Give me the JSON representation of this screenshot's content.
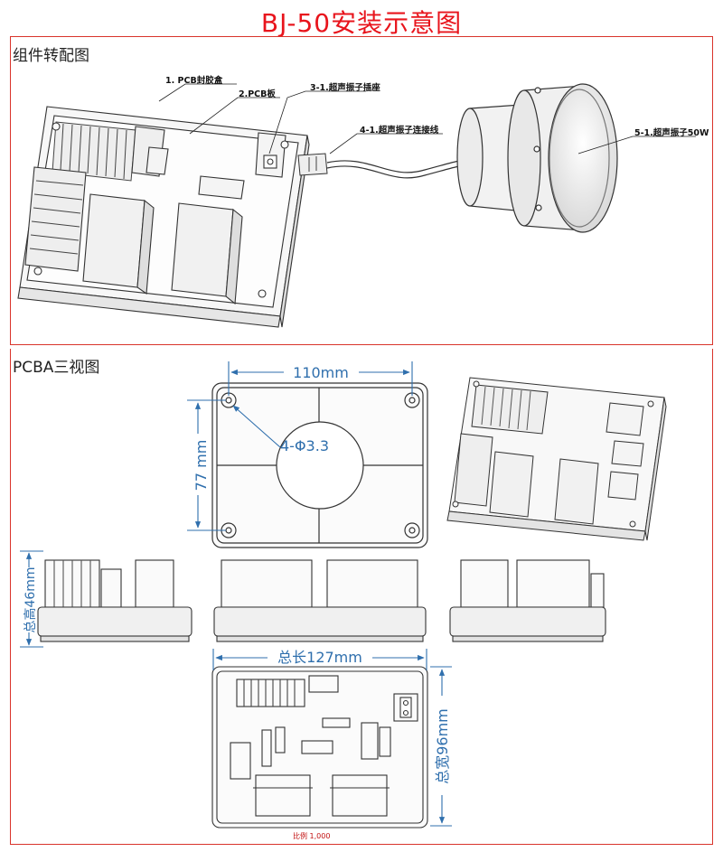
{
  "title": "BJ-50安装示意图",
  "sections": {
    "assembly": "组件转配图",
    "three_view": "PCBA三视图"
  },
  "callouts": {
    "pcb_box": "1. PCB封胶盒",
    "pcb_board": "2.PCB板",
    "transducer_socket": "3-1.超声振子插座",
    "transducer_cable": "4-1.超声振子连接线",
    "transducer": "5-1.超声振子50W"
  },
  "dimensions": {
    "width_110": "110mm",
    "height_77": "77 mm",
    "holes": "4-Φ3.3",
    "total_height": "总高46mm",
    "total_length": "总长127mm",
    "total_width": "总宽96mm"
  },
  "scale_note": "比例 1,000",
  "colors": {
    "title": "#e8141c",
    "frame": "#d9342b",
    "dimension": "#2f6fad",
    "line": "#333333"
  }
}
